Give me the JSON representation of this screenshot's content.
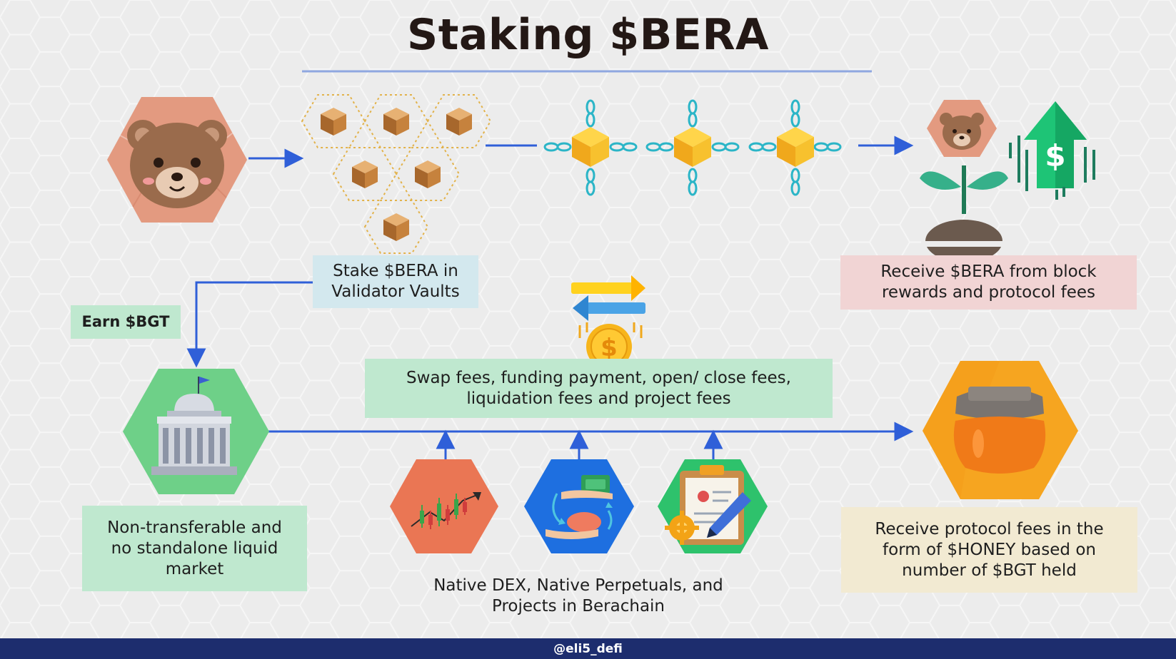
{
  "title": "Staking $BERA",
  "labels": {
    "stake": "Stake $BERA in Validator Vaults",
    "receive_bera": "Receive $BERA from block rewards and protocol fees",
    "earn_bgt": "Earn $BGT",
    "fees": "Swap fees, funding payment, open/ close fees, liquidation fees and project fees",
    "non_transferable": "Non-transferable and no standalone liquid market",
    "native": "Native DEX, Native Perpetuals, and Projects in Berachain",
    "receive_honey": "Receive protocol fees in the form of $HONEY based on number of $BGT held"
  },
  "icons": {
    "bear": "bear-icon",
    "blocks": "block-cluster-icon",
    "chain": "blockchain-icon",
    "reward": "plant-growth-icon",
    "swap": "swap-coin-icon",
    "governance": "government-building-icon",
    "trading": "trading-chart-icon",
    "exchange": "exchange-hands-icon",
    "projects": "project-clipboard-icon",
    "honey": "honey-jar-icon"
  },
  "footer": {
    "handle": "@eli5_defi"
  },
  "colors": {
    "background": "#ececec",
    "title": "#231815",
    "underline": "#8fa7e0",
    "arrow": "#2f5fd8",
    "box_blue": "#d3e8ee",
    "box_pink": "#f1d4d4",
    "box_green": "#bfe8cf",
    "box_yellow": "#f2ead2",
    "footer": "#1d2d6e"
  }
}
